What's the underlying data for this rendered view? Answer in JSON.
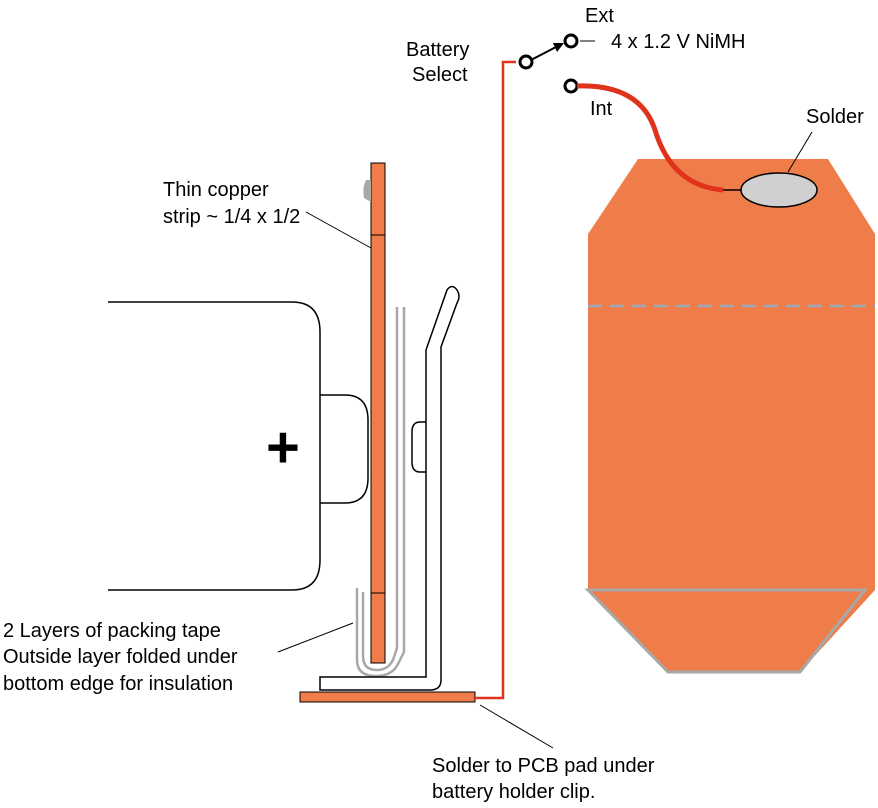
{
  "labels": {
    "ext": "Ext",
    "nimh": "4 x 1.2 V NiMH",
    "battery_select_line1": "Battery",
    "battery_select_line2": "Select",
    "int": "Int",
    "solder": "Solder",
    "copper_line1": "Thin copper",
    "copper_line2": "strip ~ 1/4 x 1/2",
    "plus": "+",
    "tape_line1": "2 Layers of packing tape",
    "tape_line2": "Outside layer folded under",
    "tape_line3": "bottom edge for insulation",
    "pcb_line1": "Solder to PCB pad under",
    "pcb_line2": "battery holder clip."
  },
  "colors": {
    "copper": "#ef7d4a",
    "wire": "#e0331c",
    "tape": "#a8a8a8",
    "solder_blob": "#d0d0d0",
    "dashed": "#9aa8b8"
  }
}
